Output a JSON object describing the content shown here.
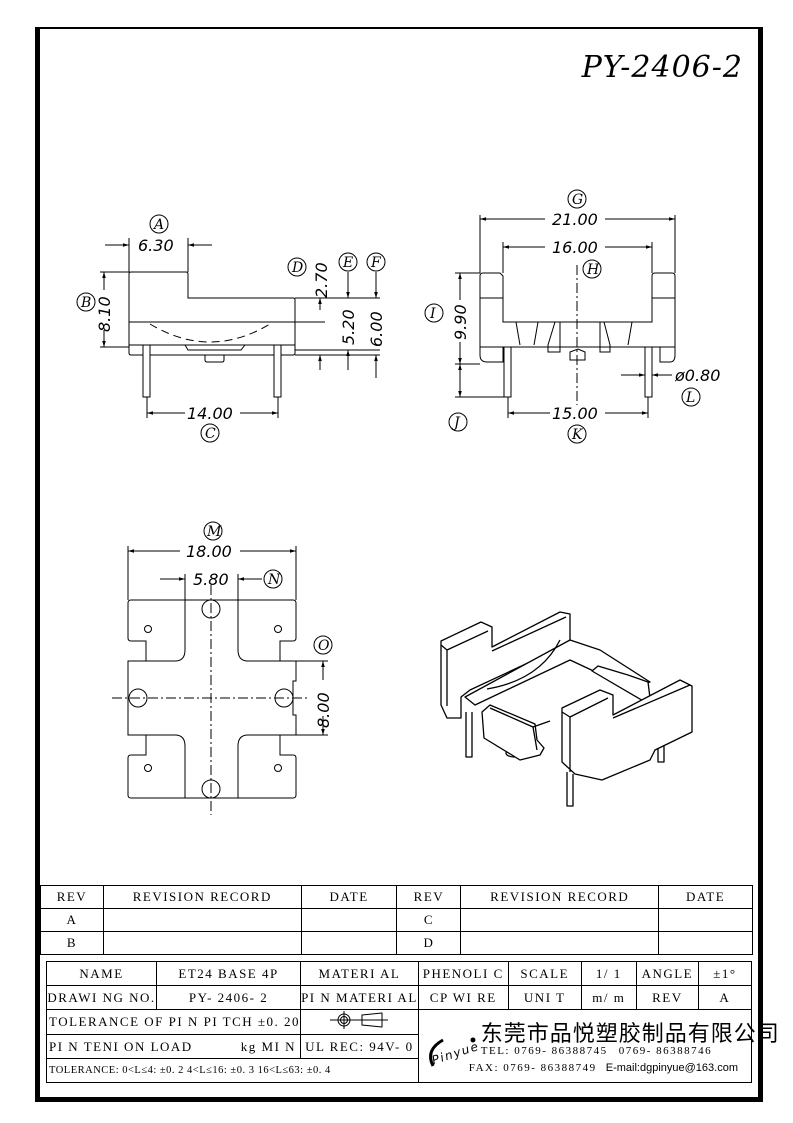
{
  "drawing": {
    "doc_number": "PY-2406-2",
    "side_view": {
      "labels": {
        "A": "A",
        "B": "B",
        "C": "C",
        "D": "D",
        "E": "E",
        "F": "F"
      },
      "dims": {
        "A": "6.30",
        "B": "8.10",
        "C": "14.00",
        "D": "2.70",
        "E": "5.20",
        "F": "6.00"
      }
    },
    "front_view": {
      "labels": {
        "G": "G",
        "H": "H",
        "I": "I",
        "J": "J",
        "K": "K",
        "L": "L"
      },
      "dims": {
        "G": "21.00",
        "H": "16.00",
        "I": "9.90",
        "K": "15.00",
        "L": "ø0.80"
      }
    },
    "bottom_view": {
      "labels": {
        "M": "M",
        "N": "N",
        "O": "O"
      },
      "dims": {
        "M": "18.00",
        "N": "5.80",
        "O": "8.00"
      }
    }
  },
  "revision_table": {
    "headers": [
      "REV",
      "REVISION RECORD",
      "DATE",
      "REV",
      "REVISION RECORD",
      "DATE"
    ],
    "rows": [
      {
        "rev_left": "A",
        "record_left": "",
        "date_left": "",
        "rev_right": "C",
        "record_right": "",
        "date_right": ""
      },
      {
        "rev_left": "B",
        "record_left": "",
        "date_left": "",
        "rev_right": "D",
        "record_right": "",
        "date_right": ""
      }
    ]
  },
  "title_block": {
    "name_label": "NAME",
    "name_value": "ET24  BASE  4P",
    "material_label": "MATERI AL",
    "material_value": "PHENOLI C",
    "scale_label": "SCALE",
    "scale_value": "1/ 1",
    "angle_label": "ANGLE",
    "angle_value": "±1°",
    "drawing_no_label": "DRAWI NG  NO.",
    "drawing_no_value": "PY- 2406- 2",
    "pin_material_label": "PI N  MATERI AL",
    "pin_material_value": "CP  WI RE",
    "unit_label": "UNI T",
    "unit_value": "m/ m",
    "rev_label": "REV",
    "rev_value": "A",
    "pin_pitch_tolerance": "TOLERANCE  OF  PI N  PI TCH ±0. 20",
    "pin_tension_load_label": "PI N  TENI ON  LOAD",
    "pin_tension_load_unit": "kg  MI N",
    "ul_rating": "UL  REC: 94V- 0",
    "general_tolerance": "TOLERANCE: 0<L≤4: ±0. 2   4<L≤16: ±0. 3   16<L≤63: ±0. 4",
    "projection_symbol": "first-angle-projection-icon",
    "company": {
      "logo_text": "Pinyue",
      "name": "东莞市品悦塑胶制品有限公司",
      "tel": "TEL: 0769- 86388745",
      "tel2": "0769- 86388746",
      "fax": "FAX: 0769- 86388749",
      "email": "E-mail:dgpinyue@163.com"
    }
  }
}
